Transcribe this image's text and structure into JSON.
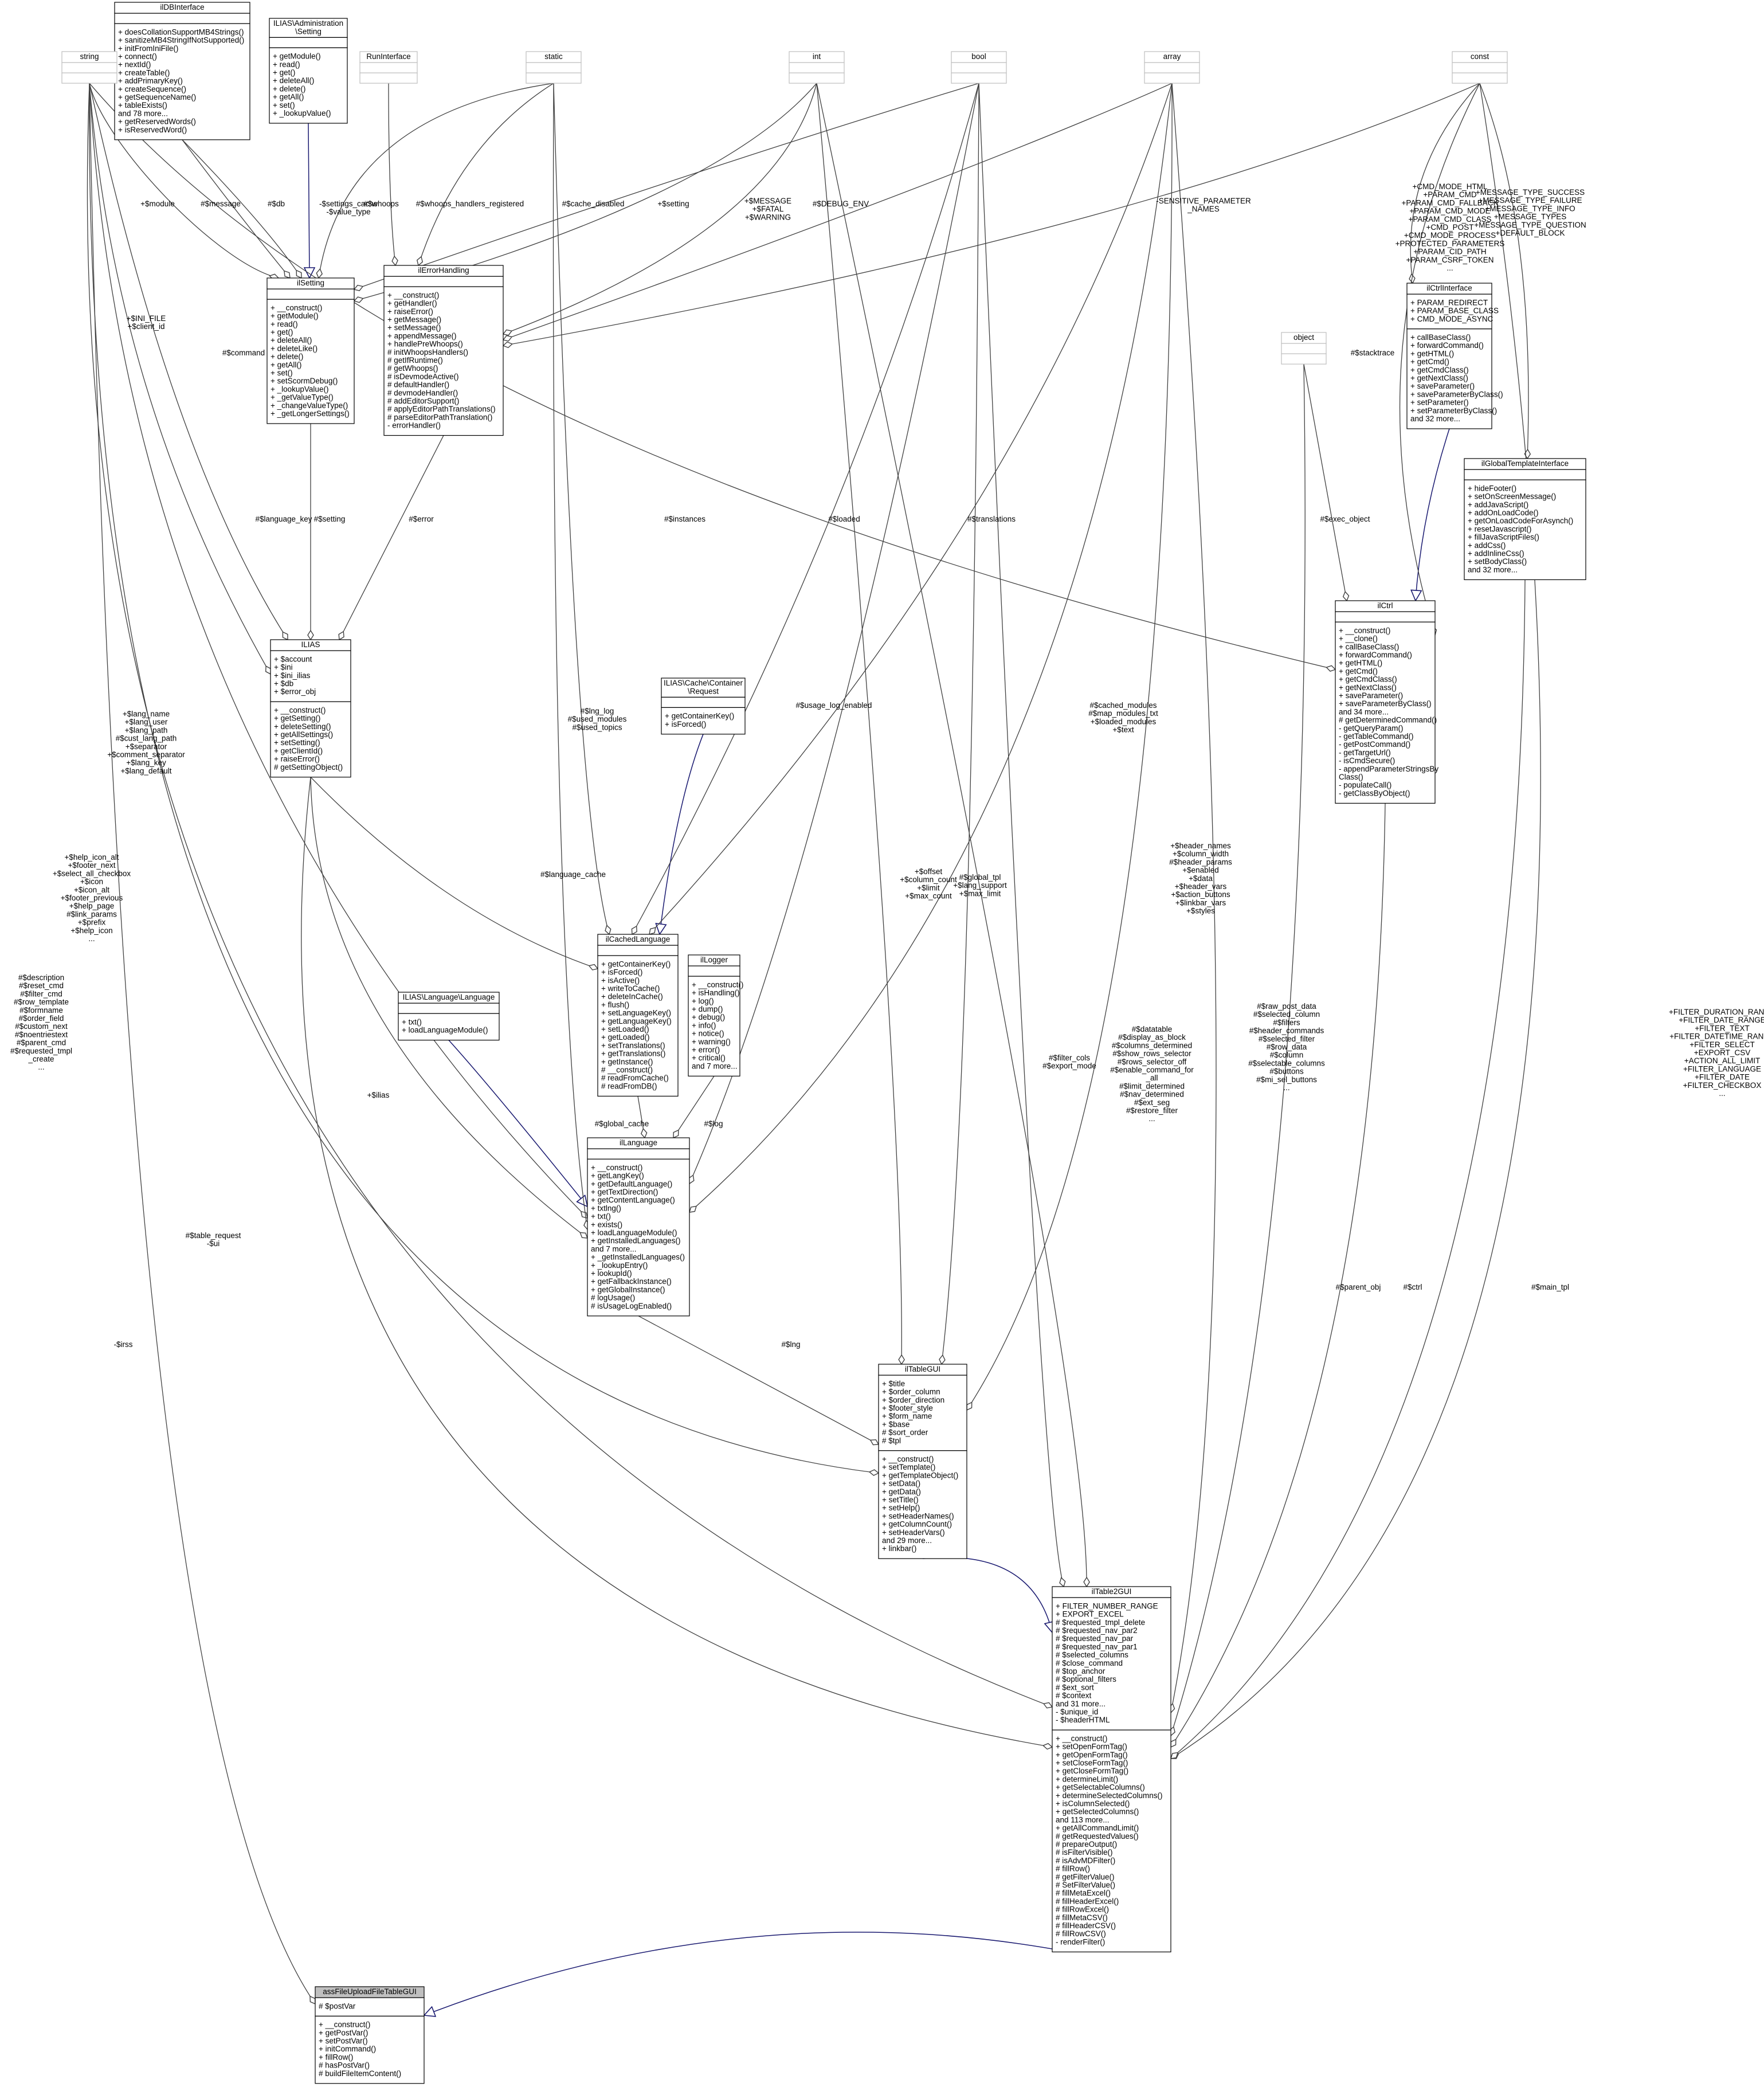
{
  "title": "assFileUploadFileTableGUI collaboration diagram",
  "classes": [
    {
      "id": "ilDBInterface",
      "title": "ilDBInterface",
      "attrs": [],
      "ops": [
        "+ doesCollationSupportMB4Strings()",
        "+ sanitizeMB4StringIfNotSupported()",
        "+ initFromIniFile()",
        "+ connect()",
        "+ nextId()",
        "+ createTable()",
        "+ addPrimaryKey()",
        "+ createSequence()",
        "+ getSequenceName()",
        "+ tableExists()",
        "and 78 more...",
        "+ getReservedWords()",
        "+ isReservedWord()"
      ]
    },
    {
      "id": "AdminSetting",
      "title": [
        "ILIAS\\Administration",
        "\\Setting"
      ],
      "attrs": [],
      "ops": [
        "+ getModule()",
        "+ read()",
        "+ get()",
        "+ deleteAll()",
        "+ delete()",
        "+ getAll()",
        "+ set()",
        "+ _lookupValue()"
      ]
    },
    {
      "id": "RunInterface",
      "title": "RunInterface",
      "attrs": [],
      "ops": []
    },
    {
      "id": "static",
      "title": "static",
      "attrs": [],
      "ops": []
    },
    {
      "id": "int",
      "title": "int",
      "attrs": [],
      "ops": []
    },
    {
      "id": "bool",
      "title": "bool",
      "attrs": [],
      "ops": []
    },
    {
      "id": "array",
      "title": "array",
      "attrs": [],
      "ops": []
    },
    {
      "id": "const",
      "title": "const",
      "attrs": [],
      "ops": []
    },
    {
      "id": "string",
      "title": "string",
      "attrs": [],
      "ops": []
    },
    {
      "id": "object",
      "title": "object",
      "attrs": [],
      "ops": []
    },
    {
      "id": "ilSetting",
      "title": "ilSetting",
      "attrs": [],
      "ops": [
        "+ __construct()",
        "+ getModule()",
        "+ read()",
        "+ get()",
        "+ deleteAll()",
        "+ deleteLike()",
        "+ delete()",
        "+ getAll()",
        "+ set()",
        "+ setScormDebug()",
        "+ _lookupValue()",
        "+ _getValueType()",
        "+ _changeValueType()",
        "+ _getLongerSettings()"
      ]
    },
    {
      "id": "ilErrorHandling",
      "title": "ilErrorHandling",
      "attrs": [],
      "ops": [
        "+ __construct()",
        "+ getHandler()",
        "+ raiseError()",
        "+ getMessage()",
        "+ setMessage()",
        "+ appendMessage()",
        "+ handlePreWhoops()",
        "# initWhoopsHandlers()",
        "# getIfRuntime()",
        "# getWhoops()",
        "# isDevmodeActive()",
        "# defaultHandler()",
        "# devmodeHandler()",
        "# addEditorSupport()",
        "# applyEditorPathTranslations()",
        "# parseEditorPathTranslation()",
        "- errorHandler()"
      ]
    },
    {
      "id": "ilCtrlInterface",
      "title": "ilCtrlInterface",
      "attrs": [
        "+ PARAM_REDIRECT",
        "+ PARAM_BASE_CLASS",
        "+ CMD_MODE_ASYNC"
      ],
      "ops": [
        "+ callBaseClass()",
        "+ forwardCommand()",
        "+ getHTML()",
        "+ getCmd()",
        "+ getCmdClass()",
        "+ getNextClass()",
        "+ saveParameter()",
        "+ saveParameterByClass()",
        "+ setParameter()",
        "+ setParameterByClass()",
        "and 32 more..."
      ]
    },
    {
      "id": "ilGlobalTemplateInterface",
      "title": "ilGlobalTemplateInterface",
      "attrs": [],
      "ops": [
        "+ hideFooter()",
        "+ setOnScreenMessage()",
        "+ addJavaScript()",
        "+ addOnLoadCode()",
        "+ getOnLoadCodeForAsynch()",
        "+ resetJavascript()",
        "+ fillJavaScriptFiles()",
        "+ addCss()",
        "+ addInlineCss()",
        "+ setBodyClass()",
        "and 32 more..."
      ]
    },
    {
      "id": "ILIAS",
      "title": "ILIAS",
      "attrs": [
        "+ $account",
        "+ $ini",
        "+ $ini_ilias",
        "+ $db",
        "+ $error_obj"
      ],
      "ops": [
        "+ __construct()",
        "+ getSetting()",
        "+ deleteSetting()",
        "+ getAllSettings()",
        "+ setSetting()",
        "+ getClientId()",
        "+ raiseError()",
        "# getSettingObject()"
      ]
    },
    {
      "id": "ilCtrl",
      "title": "ilCtrl",
      "attrs": [],
      "ops": [
        "+ __construct()",
        "+ __clone()",
        "+ callBaseClass()",
        "+ forwardCommand()",
        "+ getHTML()",
        "+ getCmd()",
        "+ getCmdClass()",
        "+ getNextClass()",
        "+ saveParameter()",
        "+ saveParameterByClass()",
        "and 34 more...",
        "# getDeterminedCommand()",
        "- getQueryParam()",
        "- getTableCommand()",
        "- getPostCommand()",
        "- getTargetUrl()",
        "- isCmdSecure()",
        "- appendParameterStringsBy",
        "Class()",
        "- populateCall()",
        "- getClassByObject()"
      ]
    },
    {
      "id": "CacheRequest",
      "title": [
        "ILIAS\\Cache\\Container",
        "\\Request"
      ],
      "attrs": [],
      "ops": [
        "+ getContainerKey()",
        "+ isForced()"
      ]
    },
    {
      "id": "ilCachedLanguage",
      "title": "ilCachedLanguage",
      "attrs": [],
      "ops": [
        "+ getContainerKey()",
        "+ isForced()",
        "+ isActive()",
        "+ writeToCache()",
        "+ deleteInCache()",
        "+ flush()",
        "+ setLanguageKey()",
        "+ getLanguageKey()",
        "+ setLoaded()",
        "+ getLoaded()",
        "+ setTranslations()",
        "+ getTranslations()",
        "+ getInstance()",
        "# __construct()",
        "# readFromCache()",
        "# readFromDB()"
      ]
    },
    {
      "id": "ilLogger",
      "title": "ilLogger",
      "attrs": [],
      "ops": [
        "+ __construct()",
        "+ isHandling()",
        "+ log()",
        "+ dump()",
        "+ debug()",
        "+ info()",
        "+ notice()",
        "+ warning()",
        "+ error()",
        "+ critical()",
        "and 7 more..."
      ]
    },
    {
      "id": "LanguageLanguage",
      "title": "ILIAS\\Language\\Language",
      "attrs": [],
      "ops": [
        "+ txt()",
        "+ loadLanguageModule()"
      ]
    },
    {
      "id": "ilLanguage",
      "title": "ilLanguage",
      "attrs": [],
      "ops": [
        "+ __construct()",
        "+ getLangKey()",
        "+ getDefaultLanguage()",
        "+ getTextDirection()",
        "+ getContentLanguage()",
        "+ txtlng()",
        "+ txt()",
        "+ exists()",
        "+ loadLanguageModule()",
        "+ getInstalledLanguages()",
        "and 7 more...",
        "+ _getInstalledLanguages()",
        "+ _lookupEntry()",
        "+ lookupId()",
        "+ getFallbackInstance()",
        "+ getGlobalInstance()",
        "# logUsage()",
        "# isUsageLogEnabled()"
      ]
    },
    {
      "id": "ilTableGUI",
      "title": "ilTableGUI",
      "attrs": [
        "+ $title",
        "+ $order_column",
        "+ $order_direction",
        "+ $footer_style",
        "+ $form_name",
        "+ $base",
        "# $sort_order",
        "# $tpl"
      ],
      "ops": [
        "+ __construct()",
        "+ setTemplate()",
        "+ getTemplateObject()",
        "+ setData()",
        "+ getData()",
        "+ setTitle()",
        "+ setHelp()",
        "+ setHeaderNames()",
        "+ getColumnCount()",
        "+ setHeaderVars()",
        "and 29 more...",
        "+ linkbar()"
      ]
    },
    {
      "id": "ilTable2GUI",
      "title": "ilTable2GUI",
      "attrs": [
        "+ FILTER_NUMBER_RANGE",
        "+ EXPORT_EXCEL",
        "# $requested_tmpl_delete",
        "# $requested_nav_par2",
        "# $requested_nav_par",
        "# $requested_nav_par1",
        "# $selected_columns",
        "# $close_command",
        "# $top_anchor",
        "# $optional_filters",
        "# $ext_sort",
        "# $context",
        "and 31 more...",
        "- $unique_id",
        "- $headerHTML"
      ],
      "ops": [
        "+ __construct()",
        "+ setOpenFormTag()",
        "+ getOpenFormTag()",
        "+ setCloseFormTag()",
        "+ getCloseFormTag()",
        "+ determineLimit()",
        "+ getSelectableColumns()",
        "+ determineSelectedColumns()",
        "+ isColumnSelected()",
        "+ getSelectedColumns()",
        "and 113 more...",
        "+ getAllCommandLimit()",
        "# getRequestedValues()",
        "# prepareOutput()",
        "# isFilterVisible()",
        "# isAdvMDFilter()",
        "# fillRow()",
        "# getFilterValue()",
        "# SetFilterValue()",
        "# fillMetaExcel()",
        "# fillHeaderExcel()",
        "# fillRowExcel()",
        "# fillMetaCSV()",
        "# fillHeaderCSV()",
        "# fillRowCSV()",
        "- renderFilter()"
      ]
    },
    {
      "id": "assFileUploadFileTableGUI",
      "title": "assFileUploadFileTableGUI",
      "attrs": [
        "# $postVar"
      ],
      "ops": [
        "+ __construct()",
        "+ getPostVar()",
        "+ setPostVar()",
        "+ initCommand()",
        "+ fillRow()",
        "# hasPostVar()",
        "# buildFileItemContent()"
      ]
    }
  ],
  "edge_labels": {
    "module": [
      "+$module"
    ],
    "message": [
      "#$message"
    ],
    "db": [
      "#$db"
    ],
    "settings_cache": [
      "-$settings_cache",
      "-$value_type"
    ],
    "whoops": [
      "#$whoops"
    ],
    "whoops_reg": [
      "#$whoops_handlers_registered"
    ],
    "cache_disabled": [
      "#$cache_disabled"
    ],
    "setting_int": [
      "+$setting"
    ],
    "message_fatal": [
      "+$MESSAGE",
      "+$FATAL",
      "+$WARNING"
    ],
    "debug_env": [
      "#$DEBUG_ENV"
    ],
    "sensitive": [
      "-SENSITIVE_PARAMETER",
      "_NAMES"
    ],
    "cmd_mode": [
      "+CMD_MODE_HTML",
      "+PARAM_CMD",
      "+PARAM_CMD_FALLBACK",
      "+PARAM_CMD_MODE",
      "+PARAM_CMD_CLASS",
      "+CMD_POST",
      "+CMD_MODE_PROCESS",
      "+PROTECTED_PARAMETERS",
      "+PARAM_CID_PATH",
      "+PARAM_CSRF_TOKEN",
      "..."
    ],
    "message_type": [
      "+MESSAGE_TYPE_SUCCESS",
      "+MESSAGE_TYPE_FAILURE",
      "+MESSAGE_TYPE_INFO",
      "+MESSAGE_TYPES",
      "+MESSAGE_TYPE_QUESTION",
      "+DEFAULT_BLOCK"
    ],
    "ini_file": [
      "+$INI_FILE",
      "+$client_id"
    ],
    "command": [
      "#$command"
    ],
    "stacktrace": [
      "#$stacktrace"
    ],
    "language_key": [
      "#$language_key"
    ],
    "setting": [
      "#$setting"
    ],
    "error": [
      "#$error"
    ],
    "instances": [
      "#$instances"
    ],
    "loaded": [
      "#$loaded"
    ],
    "translations": [
      "#$translations"
    ],
    "exec_object": [
      "#$exec_object"
    ],
    "lang_name": [
      "+$lang_name",
      "+$lang_user",
      "+$lang_path",
      "#$cust_lang_path",
      "+$separator",
      "+$comment_separator",
      "+$lang_key",
      "+$lang_default"
    ],
    "lng_log": [
      "#$lng_log",
      "#$used_modules",
      "#$used_topics"
    ],
    "usage_log": [
      "#$usage_log_enabled"
    ],
    "cached_modules": [
      "#$cached_modules",
      "#$map_modules_txt",
      "+$loaded_modules",
      "+$text"
    ],
    "help_icon": [
      "+$help_icon_alt",
      "+$footer_next",
      "+$select_all_checkbox",
      "+$icon",
      "+$icon_alt",
      "+$footer_previous",
      "+$help_page",
      "#$link_params",
      "+$prefix",
      "+$help_icon",
      "..."
    ],
    "language_cache": [
      "#$language_cache"
    ],
    "offset": [
      "+$offset",
      "+$column_count",
      "+$limit",
      "+$max_count"
    ],
    "global_tpl": [
      "#$global_tpl",
      "+$lang_support",
      "+$max_limit"
    ],
    "header_names": [
      "+$header_names",
      "+$column_width",
      "#$header_params",
      "+$enabled",
      "+$data",
      "+$header_vars",
      "+$action_buttons",
      "+$linkbar_vars",
      "+$styles"
    ],
    "ilias": [
      "+$ilias"
    ],
    "description": [
      "#$description",
      "#$reset_cmd",
      "#$filter_cmd",
      "#$row_template",
      "#$formname",
      "#$order_field",
      "#$custom_next",
      "#$noentriestext",
      "#$parent_cmd",
      "#$requested_tmpl",
      "_create",
      "..."
    ],
    "global_cache": [
      "#$global_cache"
    ],
    "log": [
      "#$log"
    ],
    "datatable": [
      "#$datatable",
      "#$display_as_block",
      "#$columns_determined",
      "#$show_rows_selector",
      "#$rows_selector_off",
      "#$enable_command_for",
      "_all",
      "#$limit_determined",
      "#$nav_determined",
      "#$ext_seg",
      "#$restore_filter",
      "..."
    ],
    "filter_cols": [
      "#$filter_cols",
      "#$export_mode"
    ],
    "raw_post": [
      "#$raw_post_data",
      "#$selected_column",
      "#$filters",
      "#$header_commands",
      "#$selected_filter",
      "#$row_data",
      "#$column",
      "#$selectable_columns",
      "#$buttons",
      "#$mi_sel_buttons",
      "..."
    ],
    "filter_duration": [
      "+FILTER_DURATION_RANGE",
      "+FILTER_DATE_RANGE",
      "+FILTER_TEXT",
      "+FILTER_DATETIME_RANGE",
      "+FILTER_SELECT",
      "+EXPORT_CSV",
      "+ACTION_ALL_LIMIT",
      "+FILTER_LANGUAGE",
      "+FILTER_DATE",
      "+FILTER_CHECKBOX",
      "..."
    ],
    "table_request": [
      "#$table_request",
      "-$ui"
    ],
    "lng": [
      "#$lng"
    ],
    "parent_obj": [
      "#$parent_obj"
    ],
    "ctrl": [
      "#$ctrl"
    ],
    "main_tpl": [
      "#$main_tpl"
    ],
    "irss": [
      "-$irss"
    ]
  },
  "colors": {
    "line": "#404040",
    "border": "#000000",
    "generalization": "#191970",
    "highlight_fill": "#bfbfbf",
    "box_fill": "#ffffff",
    "empty_border": "#bfbfbf"
  }
}
